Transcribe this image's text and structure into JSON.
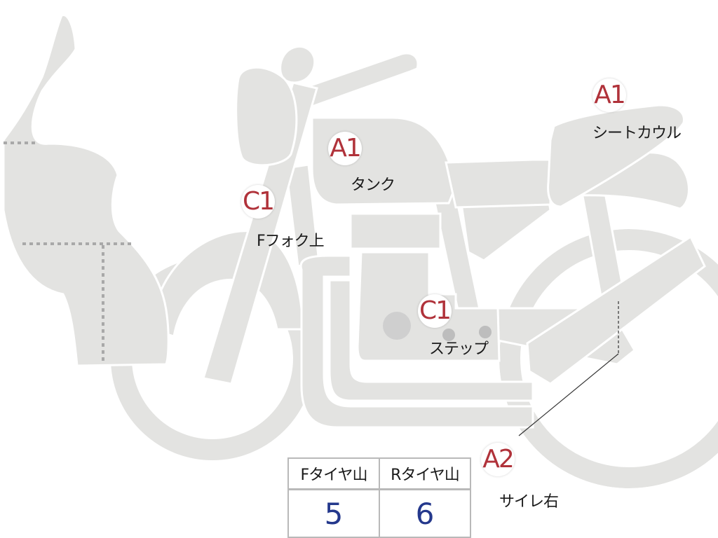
{
  "markers": {
    "tank": {
      "code": "A1",
      "label": "タンク"
    },
    "seat_cowl": {
      "code": "A1",
      "label": "シートカウル"
    },
    "fork_upper": {
      "code": "C1",
      "label": "Fフォク上"
    },
    "step": {
      "code": "C1",
      "label": "ステップ"
    },
    "silencer_right": {
      "code": "A2",
      "label": "サイレ右"
    }
  },
  "tread_table": {
    "headers": [
      "Fタイヤ山",
      "Rタイヤ山"
    ],
    "values": [
      "5",
      "6"
    ]
  },
  "colors": {
    "body_fill": "#e3e3e1",
    "outline": "#ffffff",
    "marker_text": "#b0323a",
    "value_text": "#24388c",
    "table_border": "#b9b9b9",
    "cowl_seam": "#a9a9a9"
  }
}
